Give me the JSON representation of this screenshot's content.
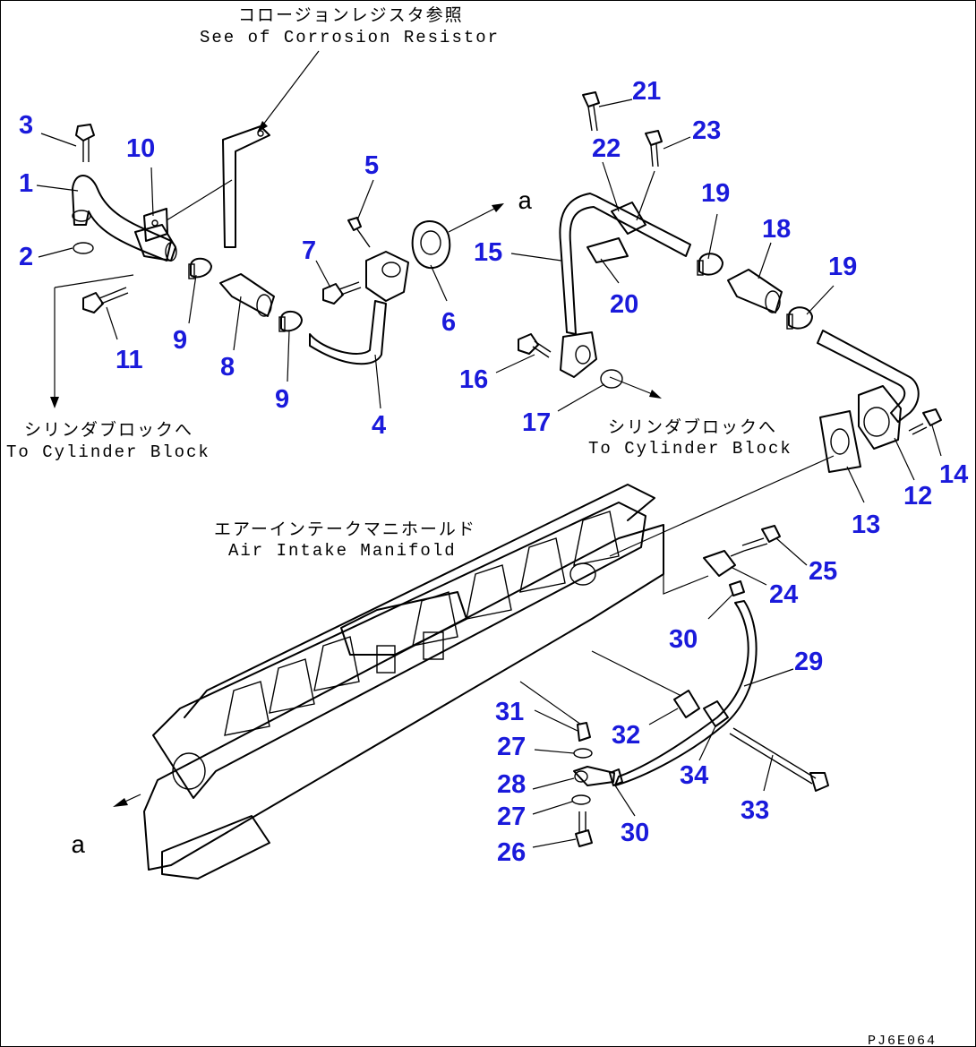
{
  "notes": {
    "corrosion_jp": "コロージョンレジスタ参照",
    "corrosion_en": "See of Corrosion Resistor",
    "cyl_left_jp": "シリンダブロックへ",
    "cyl_left_en": "To Cylinder Block",
    "cyl_right_jp": "シリンダブロックへ",
    "cyl_right_en": "To Cylinder Block",
    "manifold_jp": "エアーインテークマニホールド",
    "manifold_en": "Air Intake Manifold",
    "marker_a_top": "a",
    "marker_a_bottom": "a",
    "drawing_code": "PJ6E064"
  },
  "callouts": [
    {
      "id": "c3",
      "text": "3"
    },
    {
      "id": "c1",
      "text": "1"
    },
    {
      "id": "c2",
      "text": "2"
    },
    {
      "id": "c10",
      "text": "10"
    },
    {
      "id": "c11",
      "text": "11"
    },
    {
      "id": "c9a",
      "text": "9"
    },
    {
      "id": "c8",
      "text": "8"
    },
    {
      "id": "c9b",
      "text": "9"
    },
    {
      "id": "c5",
      "text": "5"
    },
    {
      "id": "c7",
      "text": "7"
    },
    {
      "id": "c4",
      "text": "4"
    },
    {
      "id": "c6",
      "text": "6"
    },
    {
      "id": "c21",
      "text": "21"
    },
    {
      "id": "c22",
      "text": "22"
    },
    {
      "id": "c23",
      "text": "23"
    },
    {
      "id": "c15",
      "text": "15"
    },
    {
      "id": "c20",
      "text": "20"
    },
    {
      "id": "c16",
      "text": "16"
    },
    {
      "id": "c17",
      "text": "17"
    },
    {
      "id": "c19a",
      "text": "19"
    },
    {
      "id": "c18",
      "text": "18"
    },
    {
      "id": "c19b",
      "text": "19"
    },
    {
      "id": "c12",
      "text": "12"
    },
    {
      "id": "c14",
      "text": "14"
    },
    {
      "id": "c13",
      "text": "13"
    },
    {
      "id": "c25",
      "text": "25"
    },
    {
      "id": "c24",
      "text": "24"
    },
    {
      "id": "c30a",
      "text": "30"
    },
    {
      "id": "c29",
      "text": "29"
    },
    {
      "id": "c31",
      "text": "31"
    },
    {
      "id": "c32",
      "text": "32"
    },
    {
      "id": "c27a",
      "text": "27"
    },
    {
      "id": "c28",
      "text": "28"
    },
    {
      "id": "c27b",
      "text": "27"
    },
    {
      "id": "c26",
      "text": "26"
    },
    {
      "id": "c30b",
      "text": "30"
    },
    {
      "id": "c34",
      "text": "34"
    },
    {
      "id": "c33",
      "text": "33"
    }
  ],
  "colors": {
    "callout": "#1a1adb",
    "line": "#000000"
  }
}
